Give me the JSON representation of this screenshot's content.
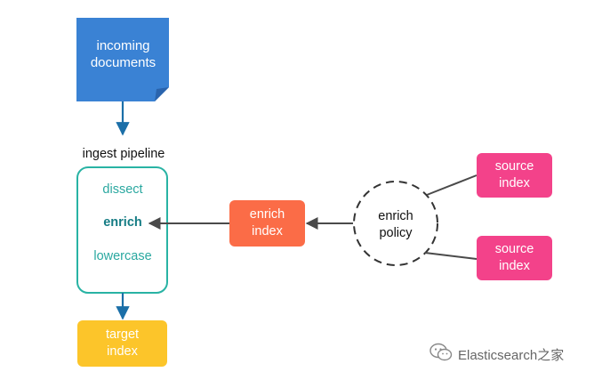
{
  "diagram": {
    "incoming_documents": "incoming\ndocuments",
    "ingest_pipeline": {
      "title": "ingest pipeline",
      "steps": [
        "dissect",
        "enrich",
        "lowercase"
      ]
    },
    "target_index": "target\nindex",
    "enrich_index": "enrich\nindex",
    "enrich_policy": "enrich\npolicy",
    "source_indices": [
      "source\nindex",
      "source\nindex"
    ]
  },
  "colors": {
    "document": "#3a82d4",
    "document_fold": "#2a64ad",
    "pipeline_border": "#29b3a4",
    "target_index": "#fcc52a",
    "enrich_index": "#fb6c47",
    "source_index": "#f3428a",
    "arrow_blue": "#1b6fa8",
    "arrow_dark": "#4a4a4a"
  },
  "watermark": {
    "text": "Elasticsearch之家",
    "icon": "wechat-icon"
  }
}
